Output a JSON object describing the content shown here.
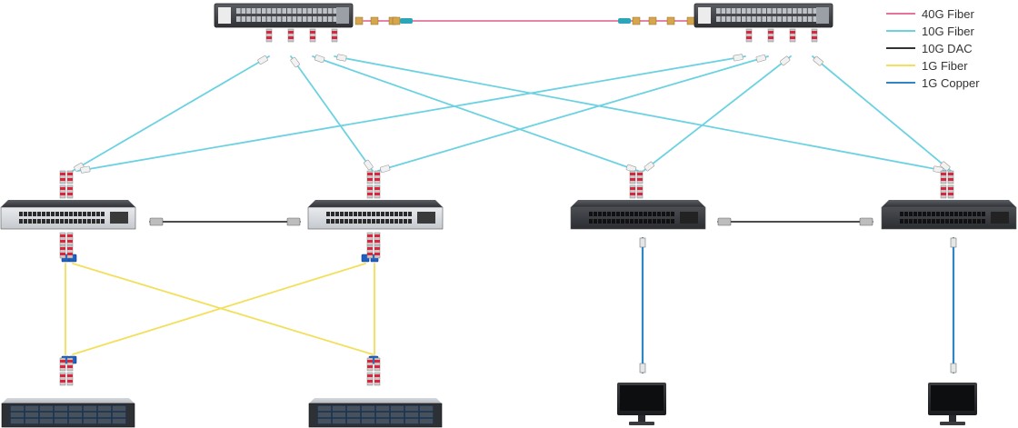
{
  "legend": {
    "items": [
      {
        "label": "40G Fiber",
        "color": "#e5739b"
      },
      {
        "label": "10G Fiber",
        "color": "#6cd2e2"
      },
      {
        "label": "10G DAC",
        "color": "#333333"
      },
      {
        "label": "1G Fiber",
        "color": "#f2df5a"
      },
      {
        "label": "1G Copper",
        "color": "#2f86c6"
      }
    ]
  },
  "devices": {
    "core_switches": [
      {
        "name": "core-switch-left",
        "icon": "core-switch-icon"
      },
      {
        "name": "core-switch-right",
        "icon": "core-switch-icon"
      }
    ],
    "access_switches": [
      {
        "name": "access-switch-1",
        "icon": "access-switch-icon"
      },
      {
        "name": "access-switch-2",
        "icon": "access-switch-icon"
      },
      {
        "name": "access-switch-3",
        "icon": "access-switch-icon"
      },
      {
        "name": "access-switch-4",
        "icon": "access-switch-icon"
      }
    ],
    "servers": [
      {
        "name": "server-left",
        "icon": "rack-server-icon"
      },
      {
        "name": "server-right",
        "icon": "rack-server-icon"
      }
    ],
    "monitors": [
      {
        "name": "monitor-left",
        "icon": "desktop-monitor-icon"
      },
      {
        "name": "monitor-right",
        "icon": "desktop-monitor-icon"
      }
    ]
  },
  "links": [
    {
      "type": "40G Fiber",
      "from": "core-switch-left",
      "to": "core-switch-right"
    },
    {
      "type": "10G Fiber",
      "from": "core-switch-left",
      "to": "access-switch-1"
    },
    {
      "type": "10G Fiber",
      "from": "core-switch-left",
      "to": "access-switch-2"
    },
    {
      "type": "10G Fiber",
      "from": "core-switch-left",
      "to": "access-switch-3"
    },
    {
      "type": "10G Fiber",
      "from": "core-switch-left",
      "to": "access-switch-4"
    },
    {
      "type": "10G Fiber",
      "from": "core-switch-right",
      "to": "access-switch-1"
    },
    {
      "type": "10G Fiber",
      "from": "core-switch-right",
      "to": "access-switch-2"
    },
    {
      "type": "10G Fiber",
      "from": "core-switch-right",
      "to": "access-switch-3"
    },
    {
      "type": "10G Fiber",
      "from": "core-switch-right",
      "to": "access-switch-4"
    },
    {
      "type": "10G DAC",
      "from": "access-switch-1",
      "to": "access-switch-2"
    },
    {
      "type": "10G DAC",
      "from": "access-switch-3",
      "to": "access-switch-4"
    },
    {
      "type": "1G Fiber",
      "from": "access-switch-1",
      "to": "server-left"
    },
    {
      "type": "1G Fiber",
      "from": "access-switch-1",
      "to": "server-right"
    },
    {
      "type": "1G Fiber",
      "from": "access-switch-2",
      "to": "server-left"
    },
    {
      "type": "1G Fiber",
      "from": "access-switch-2",
      "to": "server-right"
    },
    {
      "type": "1G Copper",
      "from": "access-switch-3",
      "to": "monitor-left"
    },
    {
      "type": "1G Copper",
      "from": "access-switch-4",
      "to": "monitor-right"
    }
  ]
}
